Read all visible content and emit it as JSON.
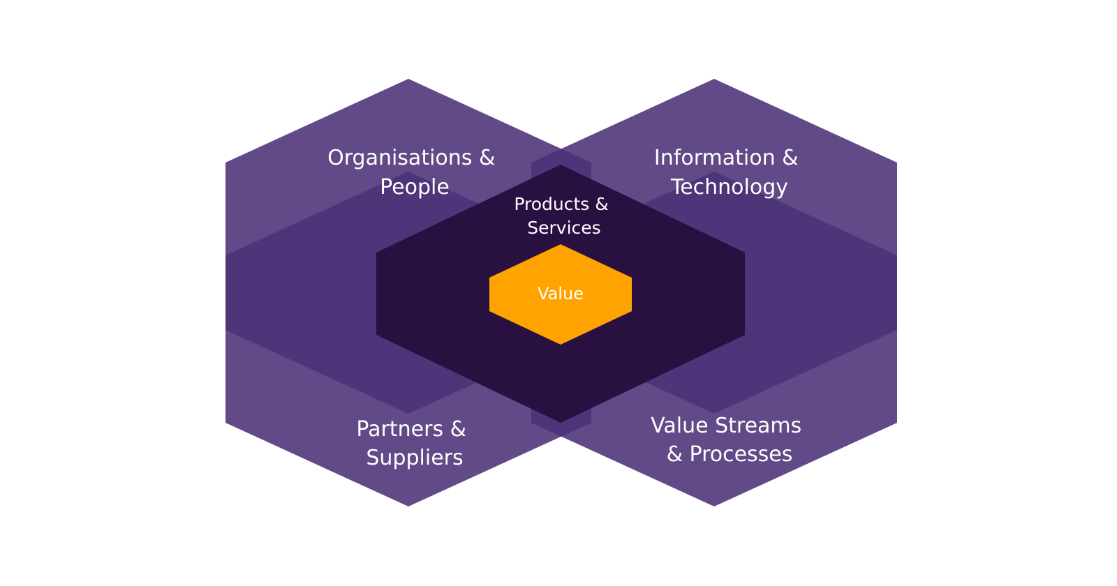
{
  "colors": {
    "background": "#ffffff",
    "outer_hexagon": "#4b3176",
    "central_hexagon": "#281040",
    "core_hexagon": "#ffa300",
    "label_text": "#ffffff"
  },
  "dimensions": {
    "organisations_people": [
      "Organisations &",
      "People"
    ],
    "information_technology": [
      "Information &",
      "Technology"
    ],
    "partners_suppliers": [
      "Partners &",
      "Suppliers"
    ],
    "value_streams_processes": [
      "Value Streams",
      "& Processes"
    ]
  },
  "centre": {
    "products_services": [
      "Products &",
      "Services"
    ],
    "core": "Value"
  }
}
